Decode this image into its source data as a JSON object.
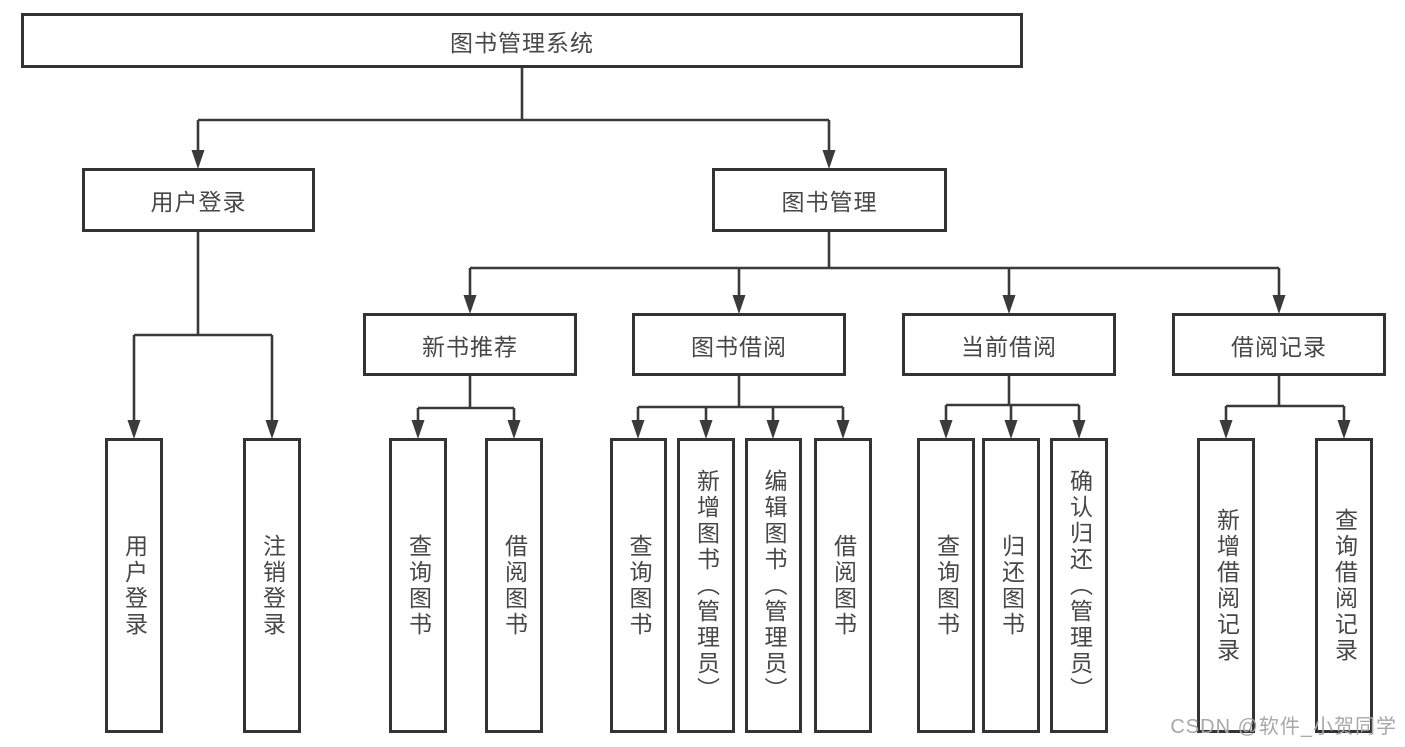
{
  "root": {
    "label": "图书管理系统"
  },
  "level2": [
    {
      "id": "user-login",
      "label": "用户登录"
    },
    {
      "id": "book-management",
      "label": "图书管理"
    }
  ],
  "level3": [
    {
      "id": "new-book-recommend",
      "label": "新书推荐"
    },
    {
      "id": "book-borrowing",
      "label": "图书借阅"
    },
    {
      "id": "current-borrowing",
      "label": "当前借阅"
    },
    {
      "id": "borrowing-records",
      "label": "借阅记录"
    }
  ],
  "leaves": {
    "user_login": [
      "用户登录",
      "注销登录"
    ],
    "new_book_recommend": [
      "查询图书",
      "借阅图书"
    ],
    "book_borrowing": [
      "查询图书",
      "新增图书（管理员）",
      "编辑图书（管理员）",
      "借阅图书"
    ],
    "current_borrowing": [
      "查询图书",
      "归还图书",
      "确认归还（管理员）"
    ],
    "borrowing_records": [
      "新增借阅记录",
      "查询借阅记录"
    ]
  },
  "watermark": "CSDN @软件_小贺同学",
  "colors": {
    "line": "#3a3a3a",
    "box_border": "#333333",
    "text": "#474747",
    "watermark": "#a8a8a8",
    "background": "#ffffff"
  }
}
